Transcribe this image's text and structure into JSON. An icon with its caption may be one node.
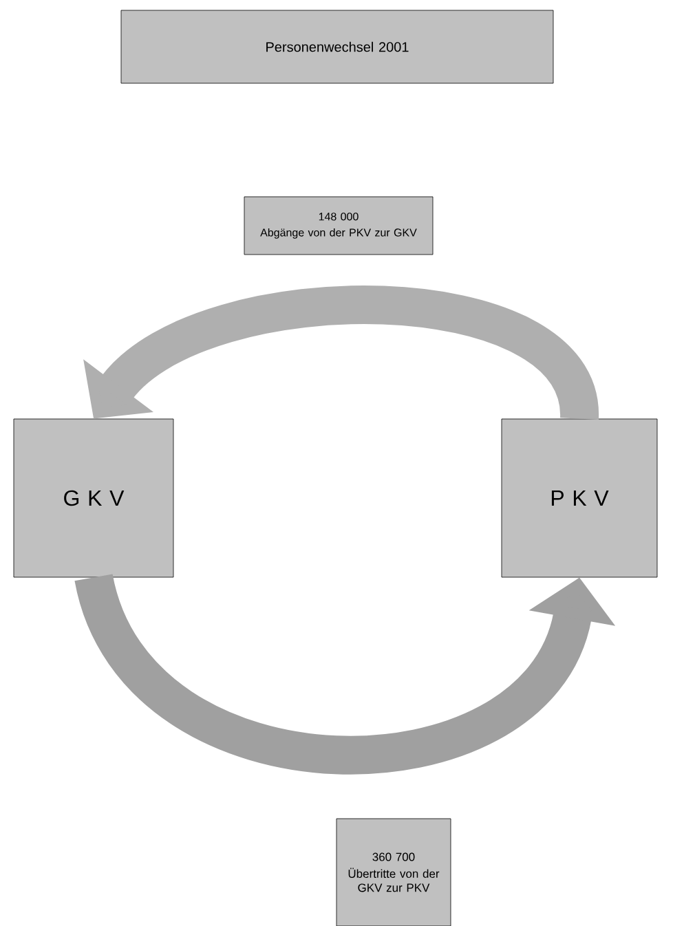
{
  "diagram": {
    "nodes": [
      {
        "text": [
          "Personenwechsel 2001"
        ]
      },
      {
        "text": [
          "148 000",
          "Abgänge von der PKV zur GKV"
        ]
      },
      {
        "text": [
          "G K V"
        ]
      },
      {
        "text": [
          "P K V"
        ]
      },
      {
        "text": [
          "360 700",
          "Übertritte von der GKV zur PKV"
        ]
      }
    ],
    "edges": [
      {
        "from": 3,
        "to": 2,
        "arrow": "to"
      },
      {
        "from": 2,
        "to": 3,
        "arrow": "to"
      }
    ]
  }
}
